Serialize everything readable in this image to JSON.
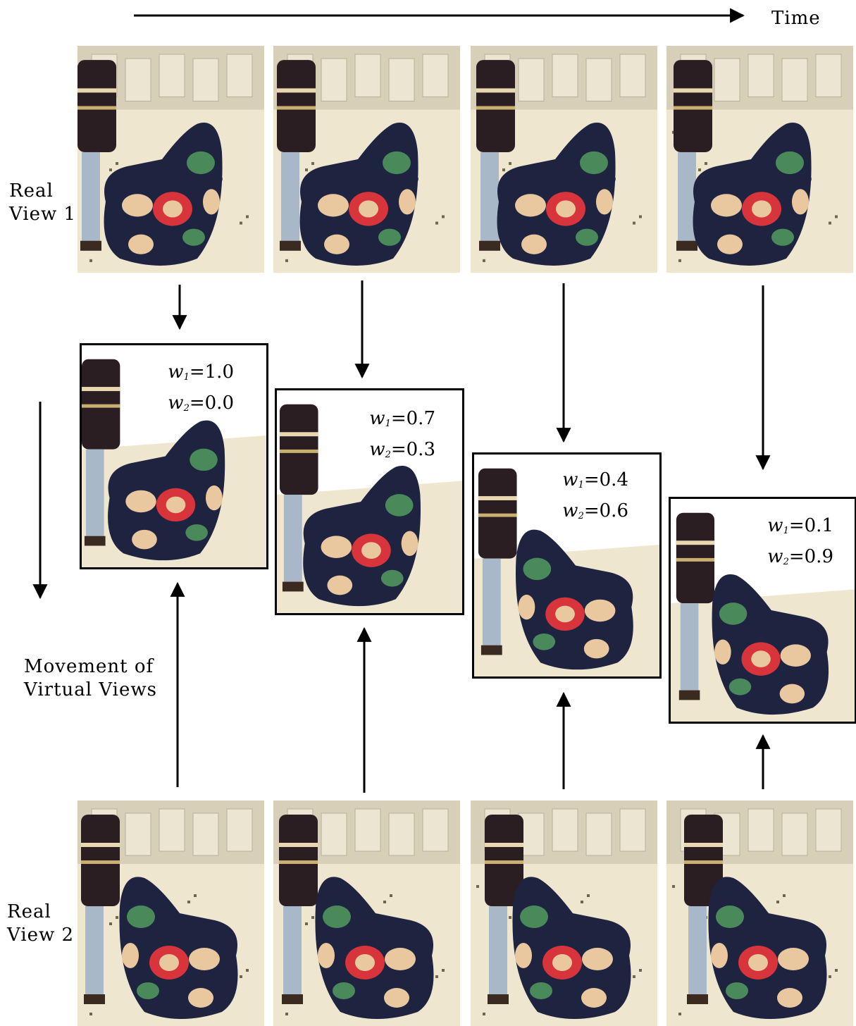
{
  "labels": {
    "time": "Time",
    "real_view_1": [
      "Real",
      "View 1"
    ],
    "real_view_2": [
      "Real",
      "View 2"
    ],
    "movement": [
      "Movement of",
      "Virtual Views"
    ]
  },
  "virtual_views": [
    {
      "w1": "1.0",
      "w2": "0.0"
    },
    {
      "w1": "0.7",
      "w2": "0.3"
    },
    {
      "w1": "0.4",
      "w2": "0.6"
    },
    {
      "w1": "0.1",
      "w2": "0.9"
    }
  ],
  "weight_symbols": {
    "w": "w",
    "sub1": "1",
    "sub2": "2",
    "eq": "="
  },
  "colors": {
    "floor": "#efe6cf",
    "wall": "#d8cfb8",
    "chair_dark": "#1e2340",
    "chair_red": "#d8343c",
    "chair_green": "#4a8a5a",
    "chair_skin": "#e9c8a0",
    "sweater": "#2a1e22",
    "jeans": "#a9b8c8"
  }
}
